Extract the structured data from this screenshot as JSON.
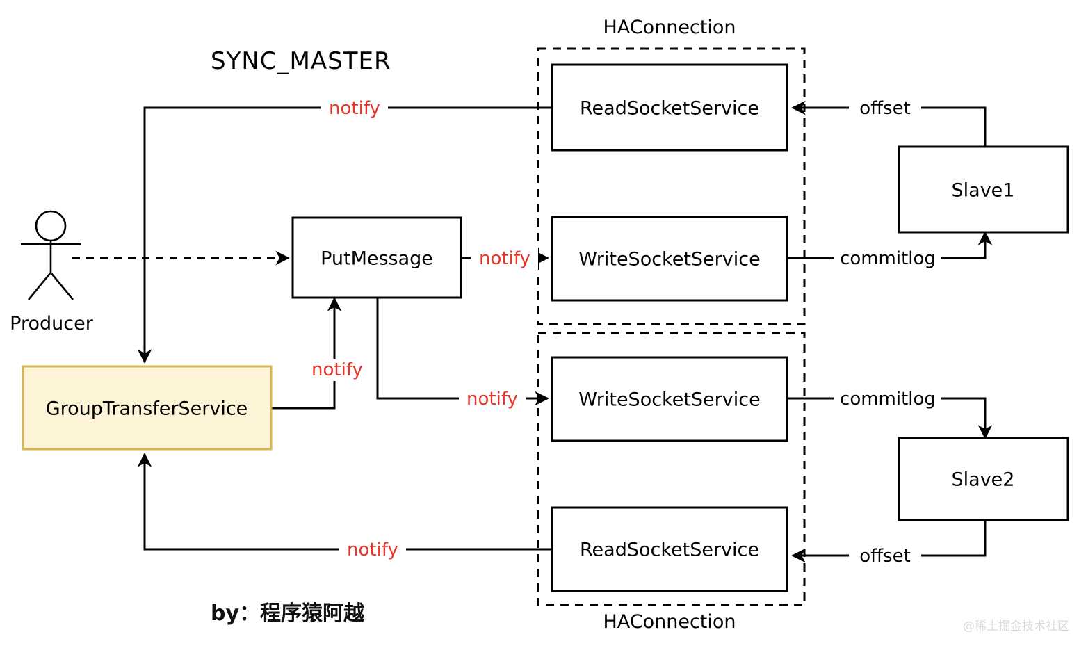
{
  "diagram": {
    "title": "SYNC_MASTER",
    "byline": "by：程序猿阿越",
    "watermark": "@稀土掘金技术社区",
    "colors": {
      "notify_red": "#e8352a",
      "highlight_fill": "#fdf3d7",
      "highlight_border": "#d6b656",
      "line": "#000000",
      "background": "#ffffff",
      "watermark": "#d9d9d9"
    }
  },
  "actor": {
    "name": "Producer"
  },
  "nodes": {
    "put_message": "PutMessage",
    "group_transfer_service": "GroupTransferService",
    "read_socket_service_top": "ReadSocketService",
    "write_socket_service_top": "WriteSocketService",
    "write_socket_service_bottom": "WriteSocketService",
    "read_socket_service_bottom": "ReadSocketService",
    "slave1": "Slave1",
    "slave2": "Slave2"
  },
  "groups": {
    "ha_connection_top": "HAConnection",
    "ha_connection_bottom": "HAConnection"
  },
  "edges": {
    "read_top_to_group": "notify",
    "put_to_write_top": "notify",
    "group_to_put": "notify",
    "put_to_write_bottom": "notify",
    "read_bottom_to_group": "notify",
    "slave1_offset": "offset",
    "slave1_commitlog": "commitlog",
    "slave2_commitlog": "commitlog",
    "slave2_offset": "offset"
  }
}
